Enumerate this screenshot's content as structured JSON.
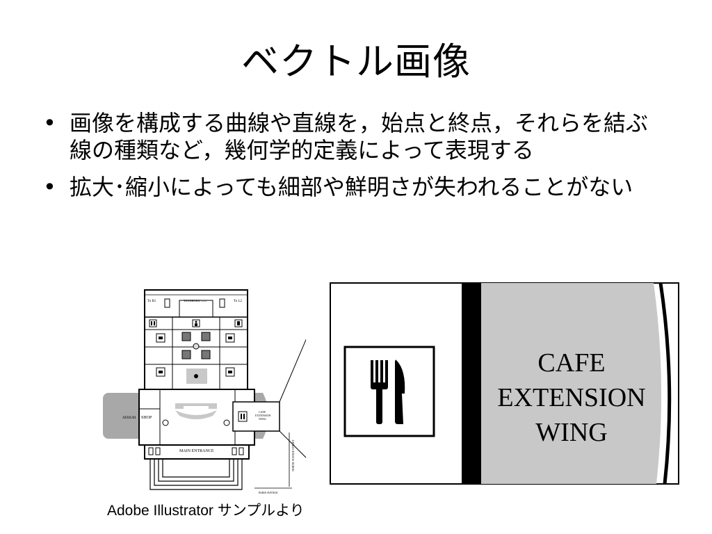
{
  "slide": {
    "title": "ベクトル画像",
    "bullets": [
      "画像を構成する曲線や直線を，始点と終点，それらを結ぶ線の種類など，幾何学的定義によって表現する",
      "拡大･縮小によっても細部や鮮明さが失われることがない"
    ],
    "bullet_marker": "•",
    "caption": "Adobe Illustrator サンプルより"
  },
  "floor_plan": {
    "labels": {
      "to_b1": "To B1",
      "to_l2": "To L2",
      "top_center": "TANSHOKU ≡≡≡",
      "atrium": "ATRIUM",
      "shop": "SHOP",
      "cafe_1": "CAFE",
      "cafe_2": "EXTENSION",
      "cafe_3": "WING",
      "main_entrance": "MAIN ENTRANCE",
      "paris_avenue": "PARIS AVENUE",
      "north_street": "NORTH AVENUE STREET"
    }
  },
  "zoom_panel": {
    "line1": "CAFE",
    "line2": "EXTENSION",
    "line3": "WING",
    "icon": "fork-knife-icon"
  },
  "colors": {
    "gray_fill": "#c8c8c8",
    "atrium_gray": "#a8a8a8",
    "black": "#000000"
  }
}
